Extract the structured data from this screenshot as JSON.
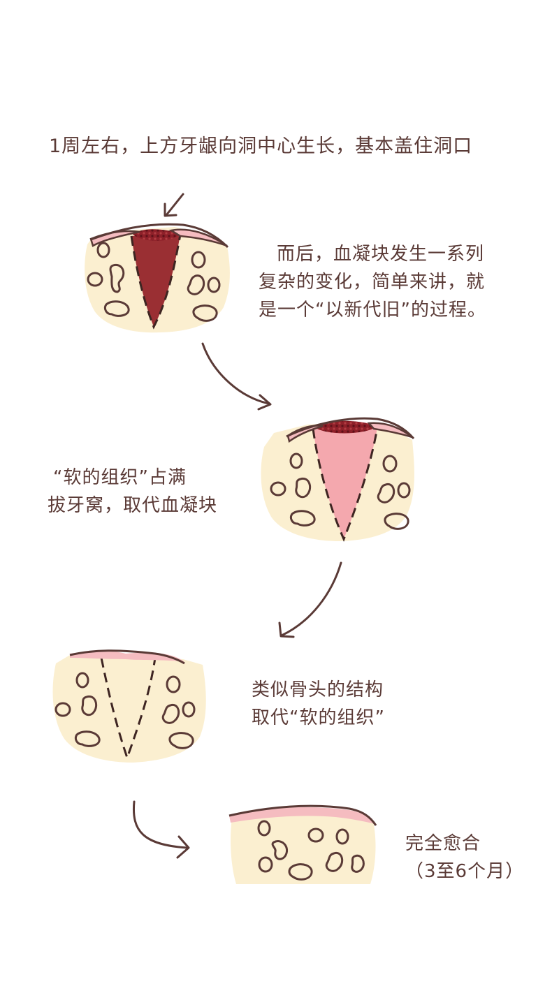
{
  "captions": {
    "top": "1周左右，上方牙龈向洞中心生长，基本盖住洞口",
    "stage1": [
      "而后，血凝块发生一系列",
      "复杂的变化，简单来讲，就",
      "是一个“以新代旧”的过程。"
    ],
    "stage2": [
      "“软的组织”占满",
      "拔牙窝，取代血凝块"
    ],
    "stage3": [
      "类似骨头的结构",
      "取代“软的组织”"
    ],
    "stage4": [
      "完全愈合",
      "（3至6个月）"
    ]
  },
  "colors": {
    "outline": "#5a3a36",
    "bone": "#fbefd0",
    "gum": "#f5bcc0",
    "clot": "#9a2f33",
    "clot_dark": "#6a1620",
    "soft_tissue": "#f4a8ae"
  }
}
